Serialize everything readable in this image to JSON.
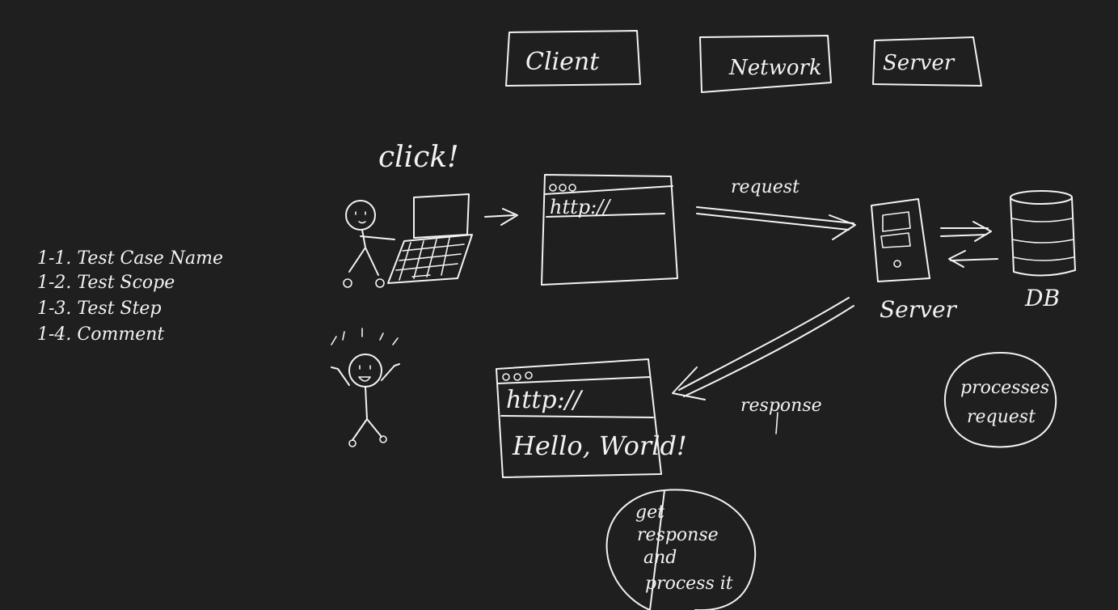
{
  "colors": {
    "background": "#1f1f1f",
    "ink": "#f2f2f2"
  },
  "header_boxes": [
    {
      "label": "Client"
    },
    {
      "label": "Network"
    },
    {
      "label": "Server"
    }
  ],
  "test_list": [
    "1-1. Test Case Name",
    "1-2. Test Scope",
    "1-3. Test Step",
    "1-4. Comment"
  ],
  "click_text": "click!",
  "browser_request": {
    "url": "http://"
  },
  "request_label": "request",
  "response_label": "response",
  "server_label": "Server",
  "db_label": "DB",
  "server_note": [
    "processes",
    "request"
  ],
  "browser_response": {
    "url": "http://",
    "content": "Hello, World!"
  },
  "client_note": [
    "get",
    "response",
    "and",
    "process it"
  ]
}
